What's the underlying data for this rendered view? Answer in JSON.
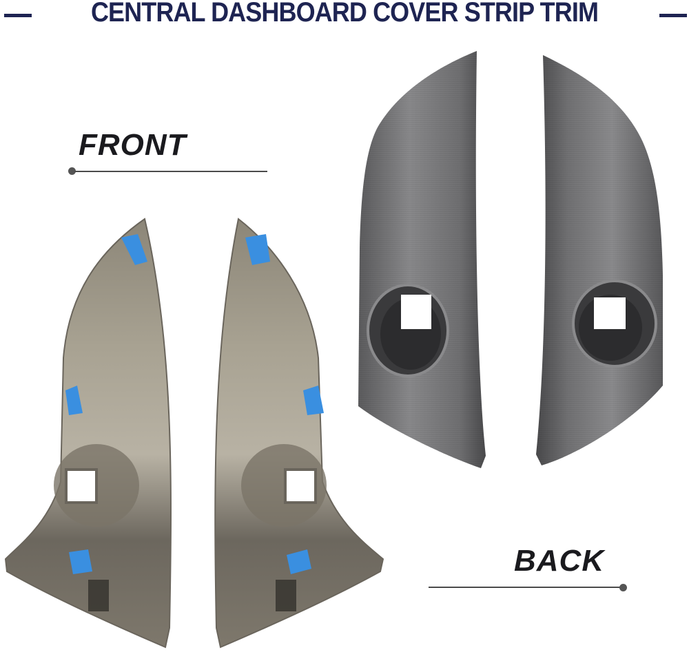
{
  "header": {
    "title": "CENTRAL DASHBOARD COVER STRIP TRIM",
    "title_color": "#1e2452"
  },
  "labels": {
    "front": "FRONT",
    "back": "BACK",
    "text_color": "#1a1a1e",
    "rule_color": "#4a4a4a"
  },
  "images": {
    "front_view": {
      "description": "Two trim pieces shown from the front (underside) with blue mounting clips",
      "clip_color": "#3a8fe0",
      "body_color": "#8a8478"
    },
    "back_view": {
      "description": "Two trim pieces shown from the back with brushed metal finish and round switch openings",
      "body_color": "#6e6e70"
    }
  }
}
